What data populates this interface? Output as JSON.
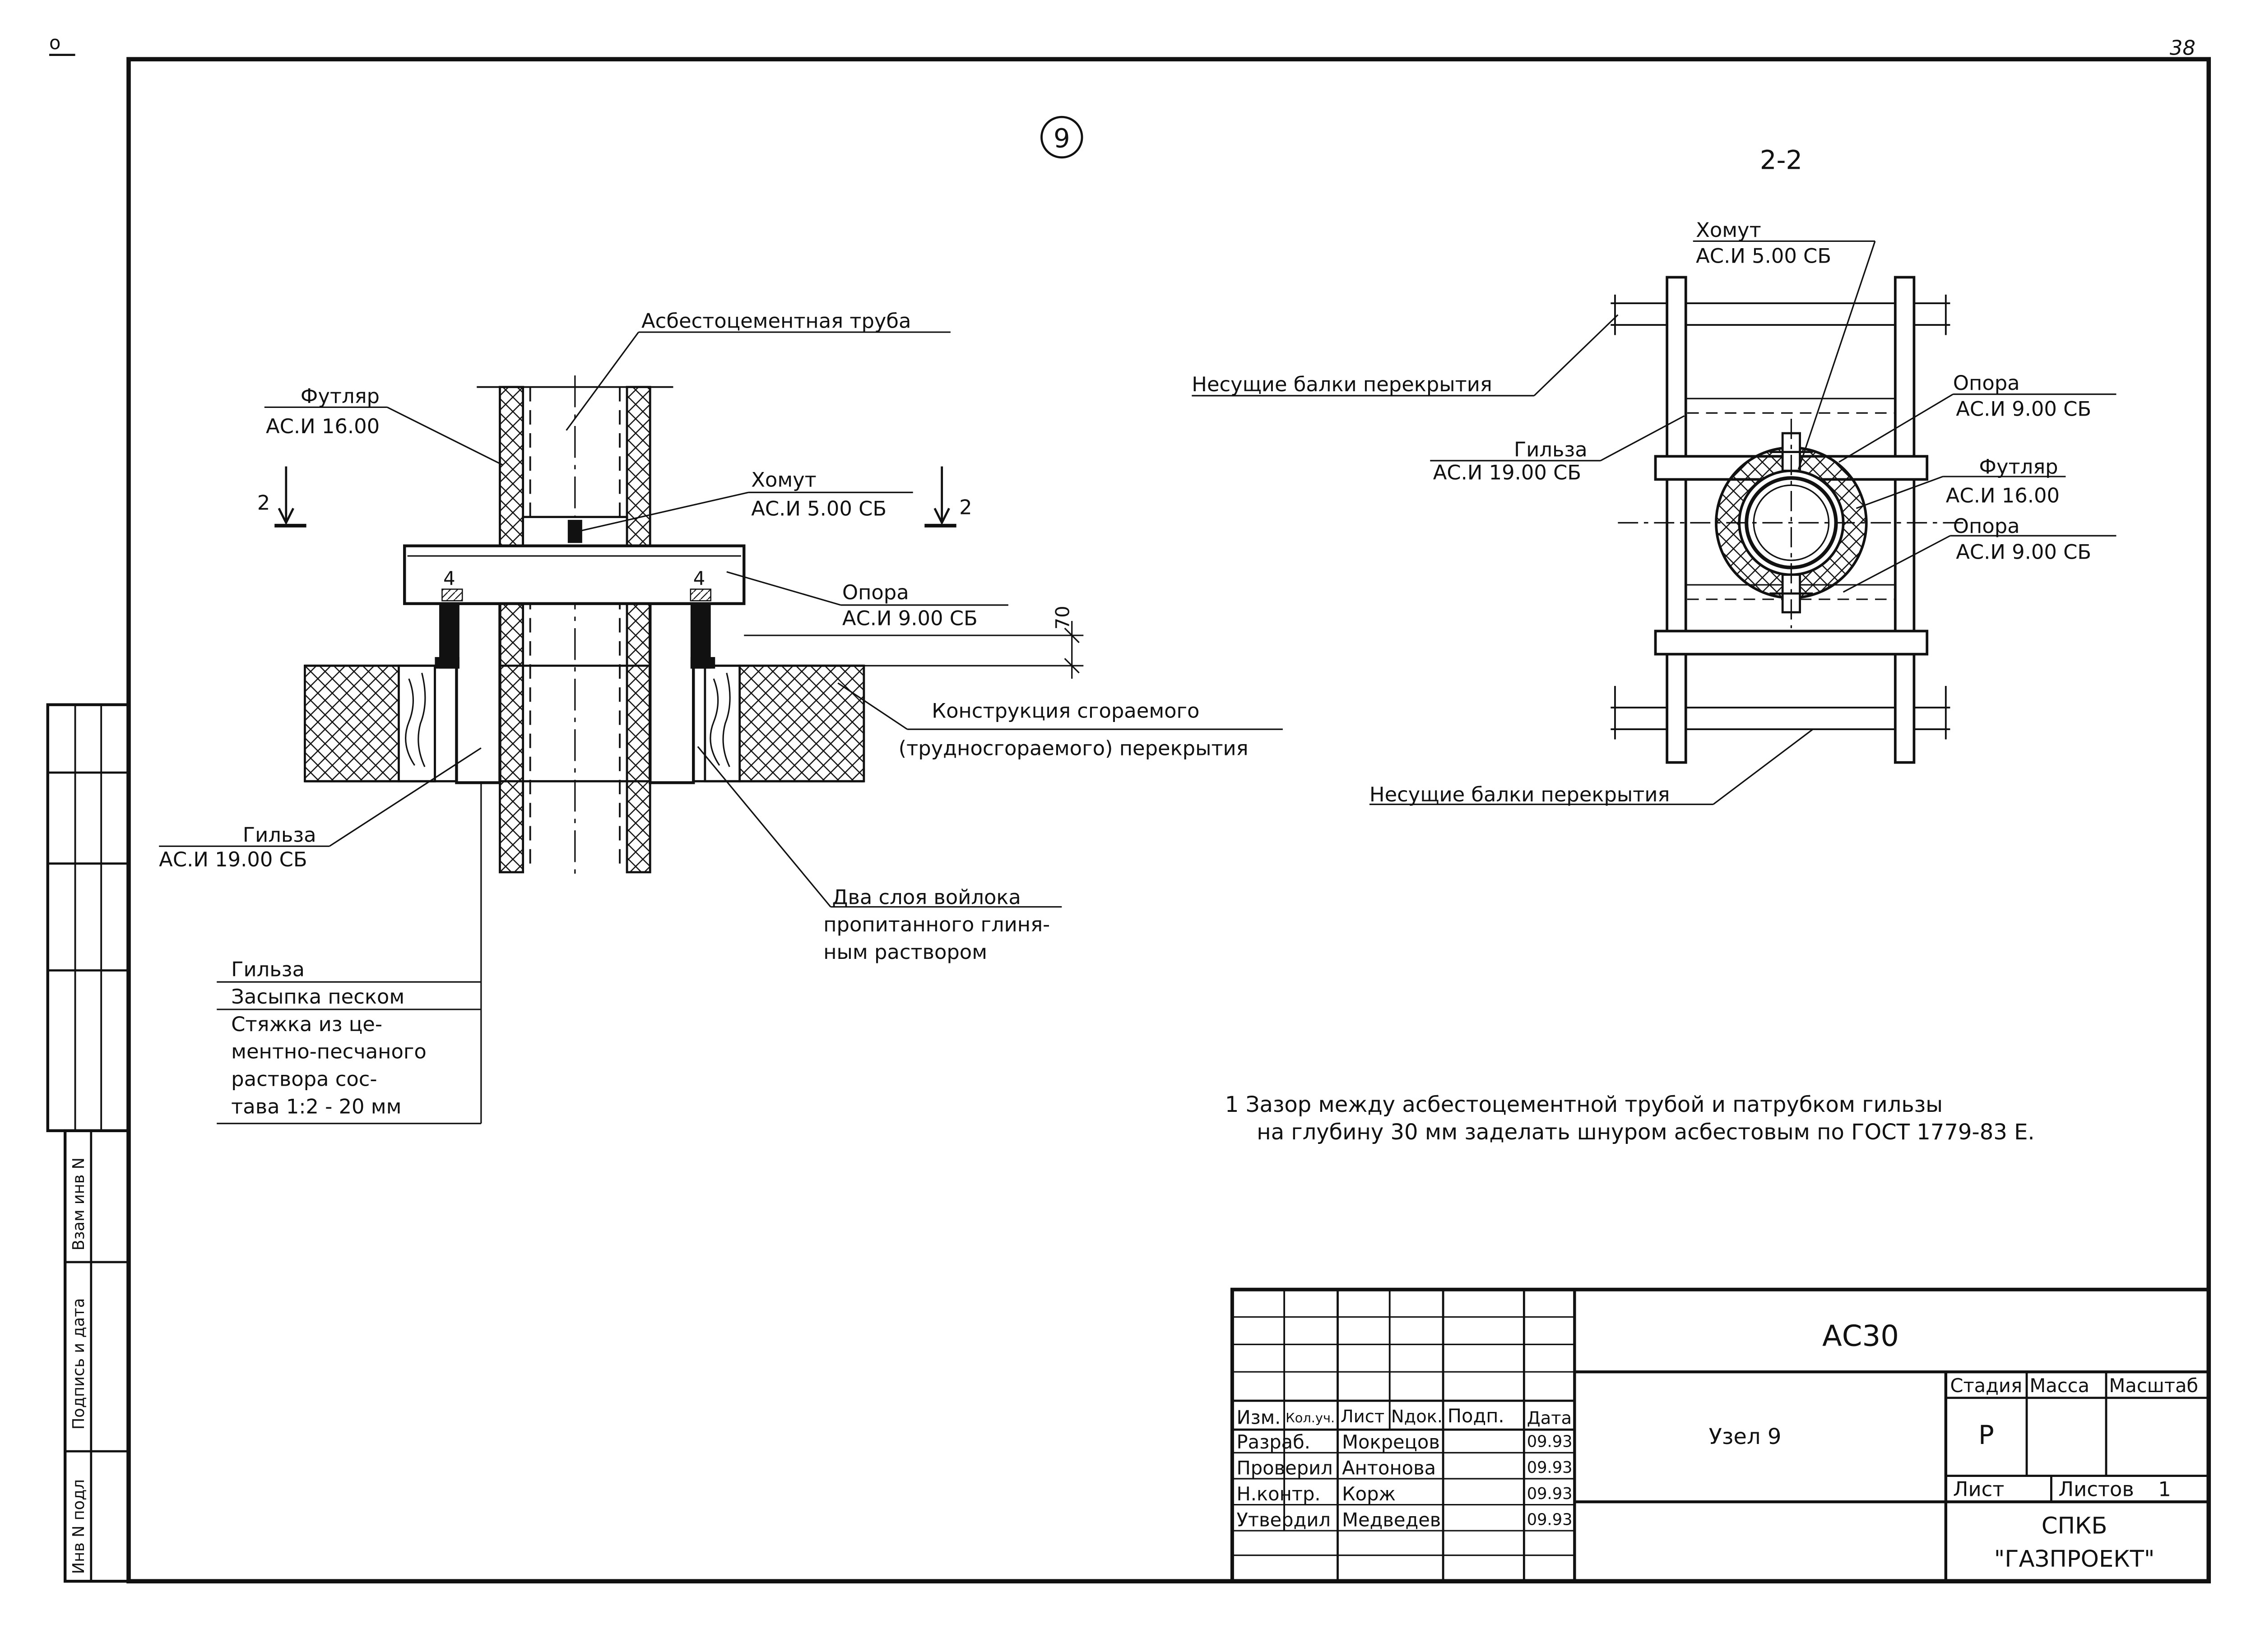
{
  "page_number": "38",
  "corner_mark": "o",
  "node_number": "9",
  "section_label": "2-2",
  "left_view": {
    "asbestos_pipe": "Асбестоцементная труба",
    "case_name": "Футляр",
    "case_code": "АС.И 16.00",
    "section_mark_left": "2",
    "section_mark_right": "2",
    "clamp_name": "Хомут",
    "clamp_code": "АС.И 5.00 СБ",
    "support_name": "Опора",
    "support_code": "АС.И 9.00 СБ",
    "num_left": "4",
    "num_right": "4",
    "dim_70": "70",
    "construction_line1": "Конструкция сгораемого",
    "construction_line2": "(трудносгораемого) перекрытия",
    "sleeve_name": "Гильза",
    "sleeve_code": "АС.И 19.00 СБ",
    "felt_line1": "Два слоя войлока",
    "felt_line2": "пропитанного глиня-",
    "felt_line3": "ным раствором",
    "legend_1": "Гильза",
    "legend_2": "Засыпка песком",
    "legend_3": "Стяжка из це-",
    "legend_4": "ментно-песчаного",
    "legend_5": "раствора сос-",
    "legend_6": "тава 1:2 - 20 мм"
  },
  "right_view": {
    "clamp_name": "Хомут",
    "clamp_code": "АС.И 5.00 СБ",
    "beams_top": "Несущие балки перекрытия",
    "support1_name": "Опора",
    "support1_code": "АС.И 9.00 СБ",
    "sleeve_name": "Гильза",
    "sleeve_code": "АС.И 19.00 СБ",
    "case_name": "Футляр",
    "case_code": "АС.И 16.00",
    "support2_name": "Опора",
    "support2_code": "АС.И 9.00 СБ",
    "beams_bottom": "Несущие балки перекрытия"
  },
  "note_line1": "1 Зазор между асбестоцементной трубой и патрубком гильзы",
  "note_line2": "на глубину 30 мм заделать шнуром асбестовым по ГОСТ 1779-83 Е.",
  "side_stamp": {
    "vzam": "Взам инв N",
    "podpis": "Подпись и дата",
    "inv": "Инв N подл"
  },
  "title_block": {
    "designation": "АС30",
    "title": "Узел 9",
    "h_izm": "Изм.",
    "h_kol": "Кол.уч.",
    "h_list": "Лист",
    "h_ndok": "Nдок.",
    "h_podp": "Подп.",
    "h_data": "Дата",
    "stage_label": "Стадия",
    "mass_label": "Масса",
    "scale_label": "Масштаб",
    "stage_value": "Р",
    "sheet_label": "Лист",
    "sheets_label": "Листов",
    "sheets_value": "1",
    "org_line1": "СПКБ",
    "org_line2": "\"ГАЗПРОЕКТ\"",
    "rows": [
      {
        "role": "Разраб.",
        "name": "Мокрецов",
        "date": "09.93"
      },
      {
        "role": "Проверил",
        "name": "Антонова",
        "date": "09.93"
      },
      {
        "role": "Н.контр.",
        "name": "Корж",
        "date": "09.93"
      },
      {
        "role": "Утвердил",
        "name": "Медведев",
        "date": "09.93"
      }
    ]
  }
}
